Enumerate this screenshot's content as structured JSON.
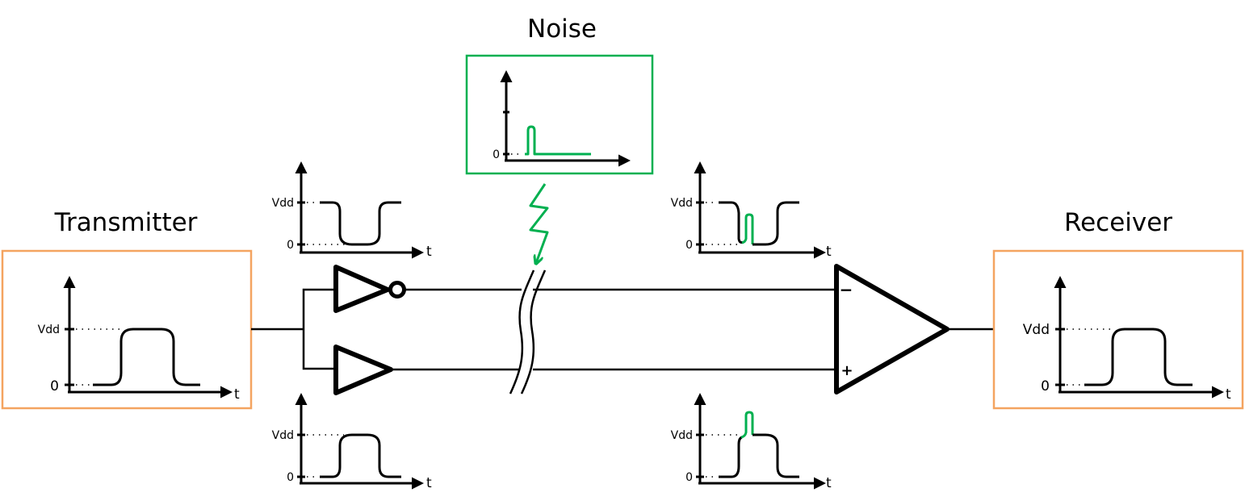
{
  "diagram": {
    "type": "differential-signaling-noise-rejection",
    "colors": {
      "block_border": "#f4a460",
      "noise_accent": "#00b050",
      "line": "#000000"
    },
    "blocks": {
      "transmitter": {
        "title": "Transmitter",
        "ylabels": {
          "high": "Vdd",
          "low": "0"
        },
        "xlabel": "t"
      },
      "noise": {
        "title": "Noise",
        "ylabels": {
          "low": "0"
        }
      },
      "receiver": {
        "title": "Receiver",
        "ylabels": {
          "high": "Vdd",
          "low": "0"
        },
        "xlabel": "t"
      }
    },
    "waveforms": {
      "inverted_line": {
        "ylabels": {
          "high": "Vdd",
          "low": "0"
        },
        "xlabel": "t",
        "shape": "low-pulse"
      },
      "noninverted_line": {
        "ylabels": {
          "high": "Vdd",
          "low": "0"
        },
        "xlabel": "t",
        "shape": "high-pulse"
      },
      "inverted_line_noisy": {
        "ylabels": {
          "high": "Vdd",
          "low": "0"
        },
        "xlabel": "t",
        "shape": "low-pulse-with-noise"
      },
      "noninverted_line_noisy": {
        "ylabels": {
          "high": "Vdd",
          "low": "0"
        },
        "xlabel": "t",
        "shape": "high-pulse-with-noise"
      }
    },
    "amplifier": {
      "inverting_input": "−",
      "noninverting_input": "+"
    }
  }
}
